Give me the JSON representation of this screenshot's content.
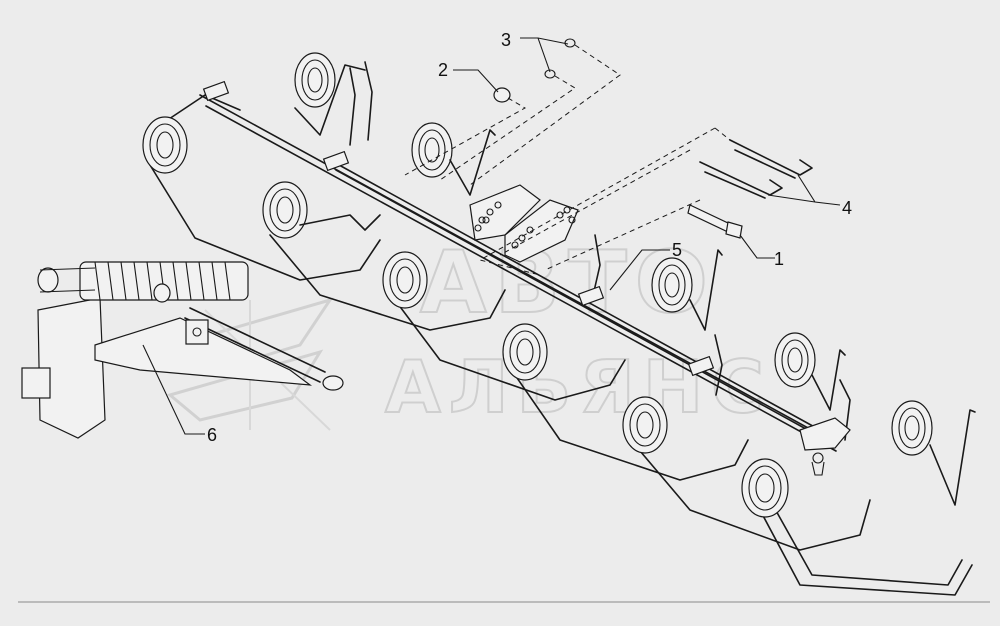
{
  "callouts": [
    {
      "id": "1",
      "label": "1"
    },
    {
      "id": "2",
      "label": "2"
    },
    {
      "id": "3",
      "label": "3"
    },
    {
      "id": "4",
      "label": "4"
    },
    {
      "id": "5",
      "label": "5"
    },
    {
      "id": "6",
      "label": "6"
    }
  ],
  "watermark": {
    "line1": "АВТО",
    "line2": "АЛЬЯНС"
  }
}
